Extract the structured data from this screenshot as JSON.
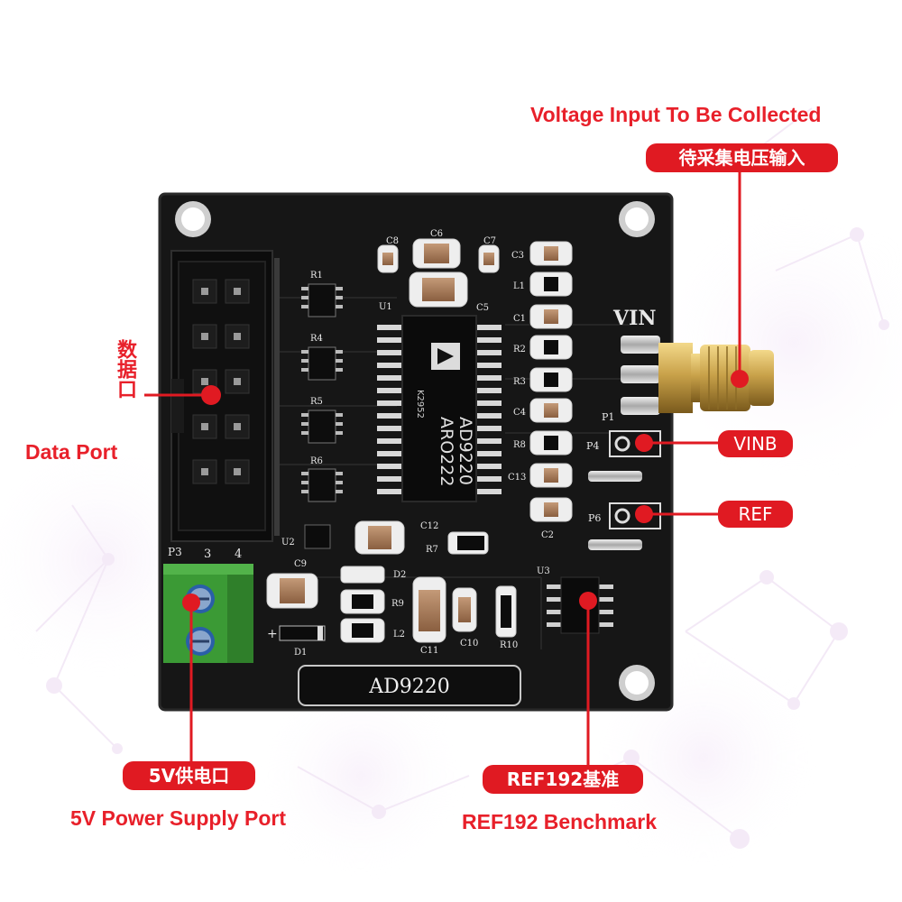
{
  "annotations": {
    "voltage_input_en": "Voltage Input To Be Collected",
    "voltage_input_cn": "待采集电压输入",
    "data_port_cn": "数据口",
    "data_port_en": "Data Port",
    "vinb": "VINB",
    "ref": "REF",
    "power_cn": "5V供电口",
    "power_en": "5V Power Supply Port",
    "ref192_cn": "REF192基准",
    "ref192_en": "REF192 Benchmark"
  },
  "board": {
    "name_plate": "AD9220",
    "chip_line1": "AD9220",
    "chip_line2": "ARO222",
    "chip_code": "K2952",
    "silkscreen": {
      "vin": "VIN",
      "p1": "P1",
      "p3": "P3",
      "p4": "P4",
      "p6": "P6",
      "pin3": "3",
      "pin4": "4",
      "r1": "R1",
      "r2": "R2",
      "r3": "R3",
      "r4": "R4",
      "r5": "R5",
      "r6": "R6",
      "r7": "R7",
      "r8": "R8",
      "r9": "R9",
      "r10": "R10",
      "c1": "C1",
      "c2": "C2",
      "c3": "C3",
      "c4": "C4",
      "c5": "C5",
      "c6": "C6",
      "c7": "C7",
      "c8": "C8",
      "c9": "C9",
      "c10": "C10",
      "c11": "C11",
      "c12": "C12",
      "c13": "C13",
      "l1": "L1",
      "l2": "L2",
      "u1": "U1",
      "u2": "U2",
      "u3": "U3",
      "d1": "D1",
      "d2": "D2",
      "plus": "+"
    }
  },
  "colors": {
    "board": "#161616",
    "accent_red": "#e01a22",
    "terminal_green": "#3b9a35",
    "sma_gold": "#c9a24a"
  }
}
